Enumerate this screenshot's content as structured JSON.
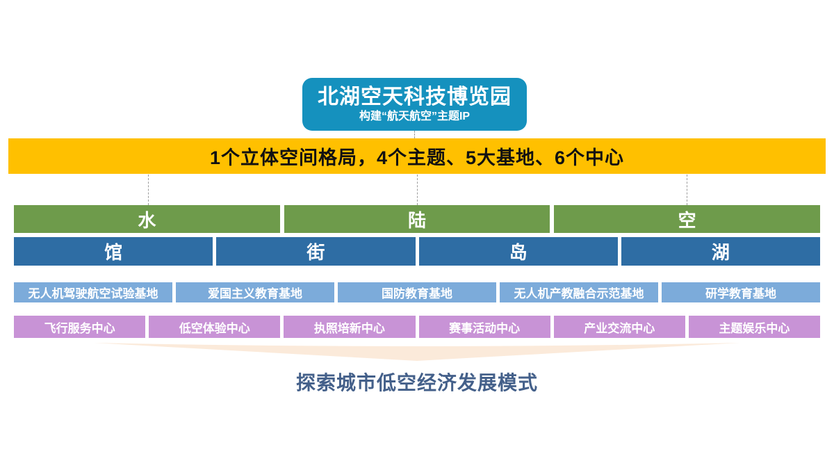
{
  "colors": {
    "title-blue": "#1591BE",
    "banner-yellow": "#FFC000",
    "green": "#6E9B4B",
    "dark-blue": "#2E6DA4",
    "light-blue": "#7CABDA",
    "purple": "#C893D6",
    "peach": "#FBEADA",
    "footer-text": "#44608A"
  },
  "title_box": {
    "title": "北湖空天科技博览园",
    "subtitle": "构建“航天航空”主题IP"
  },
  "banner": {
    "text": "1个立体空间格局，4个主题、5大基地、6个中心"
  },
  "layers": {
    "realms": [
      "水",
      "陆",
      "空"
    ],
    "zones": [
      "馆",
      "街",
      "岛",
      "湖"
    ],
    "bases": [
      "无人机驾驶航空试验基地",
      "爱国主义教育基地",
      "国防教育基地",
      "无人机产教融合示范基地",
      "研学教育基地"
    ],
    "centers": [
      "飞行服务中心",
      "低空体验中心",
      "执照培新中心",
      "赛事活动中心",
      "产业交流中心",
      "主题娱乐中心"
    ]
  },
  "footer": {
    "text": "探索城市低空经济发展模式"
  }
}
